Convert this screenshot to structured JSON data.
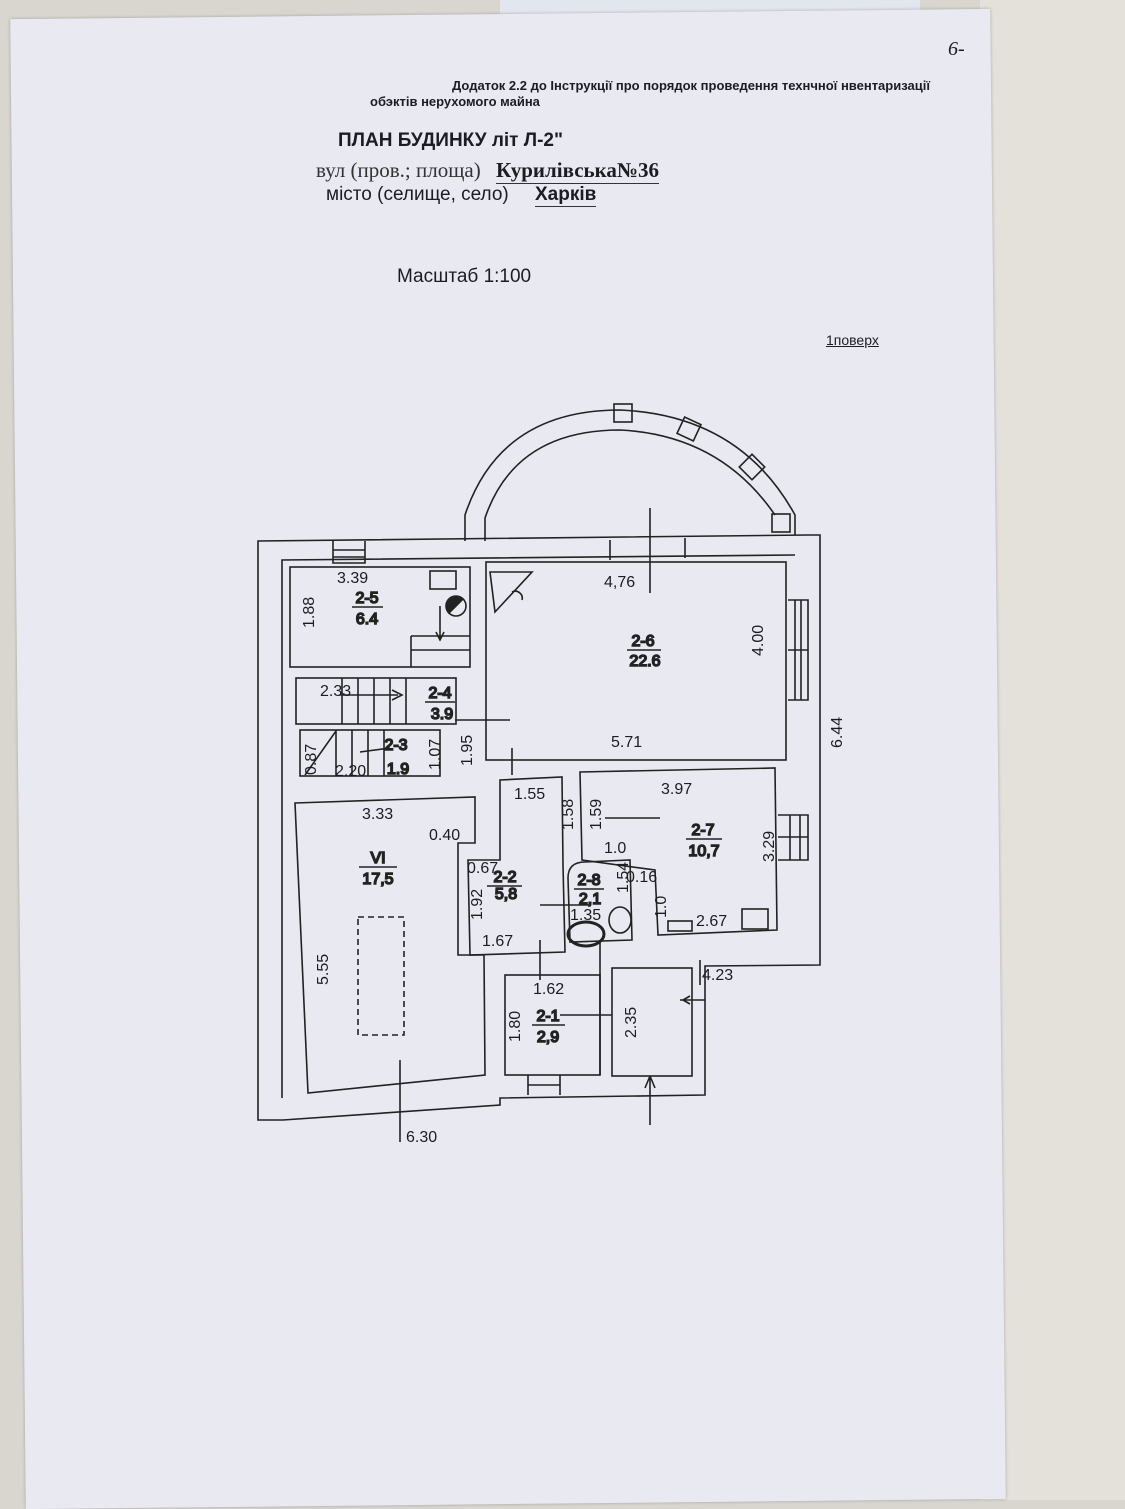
{
  "page_number": "6-",
  "header": {
    "appendix_line1": "Додаток 2.2 до Інструкції про порядок проведення технчної нвентаризації",
    "appendix_line2": "обэктів нерухомого майна"
  },
  "title": {
    "plan": "ПЛАН БУДИНКУ літ Л-2\"",
    "street_label": "вул (пров.; площа)",
    "street_value": "Курилівська№36",
    "city_label": "місто (селище, село)",
    "city_value": "Харків"
  },
  "scale": "Масштаб 1:100",
  "floor": "1поверх",
  "plan": {
    "rooms": [
      {
        "id": "2-5",
        "area": "6.4"
      },
      {
        "id": "2-6",
        "area": "22.6"
      },
      {
        "id": "2-4",
        "area": "3.9"
      },
      {
        "id": "2-3",
        "area": "1.9"
      },
      {
        "id": "VI",
        "area": "17,5"
      },
      {
        "id": "2-2",
        "area": "5,8"
      },
      {
        "id": "2-8",
        "area": "2,1"
      },
      {
        "id": "2-7",
        "area": "10,7"
      },
      {
        "id": "2-1",
        "area": "2,9"
      }
    ],
    "dimensions": [
      "3.39",
      "1.88",
      "4,76",
      "4.00",
      "6.44",
      "2.33",
      "0.87",
      "2.20",
      "1.07",
      "1.95",
      "5.71",
      "1.55",
      "1.58",
      "1.59",
      "3.97",
      "3.33",
      "0.40",
      "0.67",
      "1.92",
      "1.0",
      "1.54",
      "0.16",
      "3.29",
      "1.35",
      "1.0",
      "2.67",
      "1.67",
      "4.23",
      "1.62",
      "1.80",
      "2.35",
      "5.55",
      "6.30"
    ]
  }
}
